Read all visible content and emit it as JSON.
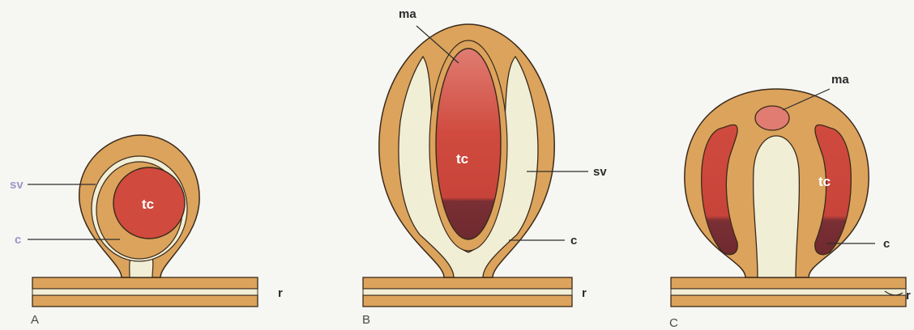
{
  "panels": [
    {
      "id": "A",
      "letter": "A",
      "labels": {
        "tc": "tc",
        "sv": "sv",
        "c": "c",
        "r": "r"
      }
    },
    {
      "id": "B",
      "letter": "B",
      "labels": {
        "ma": "ma",
        "tc": "tc",
        "sv": "sv",
        "c": "c",
        "r": "r"
      }
    },
    {
      "id": "C",
      "letter": "C",
      "labels": {
        "ma": "ma",
        "tc": "tc",
        "c": "c",
        "r": "r"
      }
    }
  ],
  "colors": {
    "background": "#f6f6f3",
    "wall": "#dca35c",
    "wall_outline": "#3a2a1a",
    "cavity": "#f1eed6",
    "tissue_red": "#d04a3e",
    "tissue_dark": "#7a2f34",
    "tissue_pink": "#e07c72"
  }
}
